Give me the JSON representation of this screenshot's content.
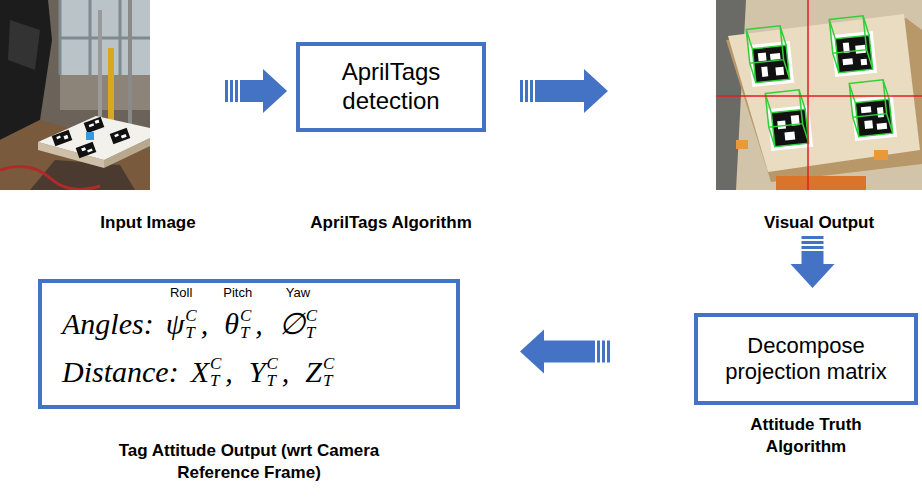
{
  "diagram": {
    "nodes": [
      {
        "text": [
          "Input Image"
        ]
      },
      {
        "text": [
          "AprilTags detection",
          "AprilTags Algorithm"
        ]
      },
      {
        "text": [
          "Visual Output"
        ]
      },
      {
        "text": [
          "Decompose projection matrix",
          "Attitude Truth Algorithm"
        ]
      },
      {
        "text": [
          "Roll",
          "Pitch",
          "Yaw",
          "Angles:",
          "ψ",
          "C",
          "T",
          ",",
          "θ",
          "C",
          "T",
          ",",
          "∅",
          "C",
          "T",
          "Distance:",
          "X",
          "C",
          "T",
          ",",
          "Y",
          "C",
          "T",
          ",",
          "Z",
          "C",
          "T",
          "Tag Attitude Output (wrt Camera Reference Frame)"
        ]
      }
    ],
    "edges": [
      {
        "from": 0,
        "to": 1,
        "arrow": "to"
      },
      {
        "from": 1,
        "to": 2,
        "arrow": "to"
      },
      {
        "from": 2,
        "to": 3,
        "arrow": "to"
      },
      {
        "from": 3,
        "to": 4,
        "arrow": "to"
      }
    ]
  }
}
